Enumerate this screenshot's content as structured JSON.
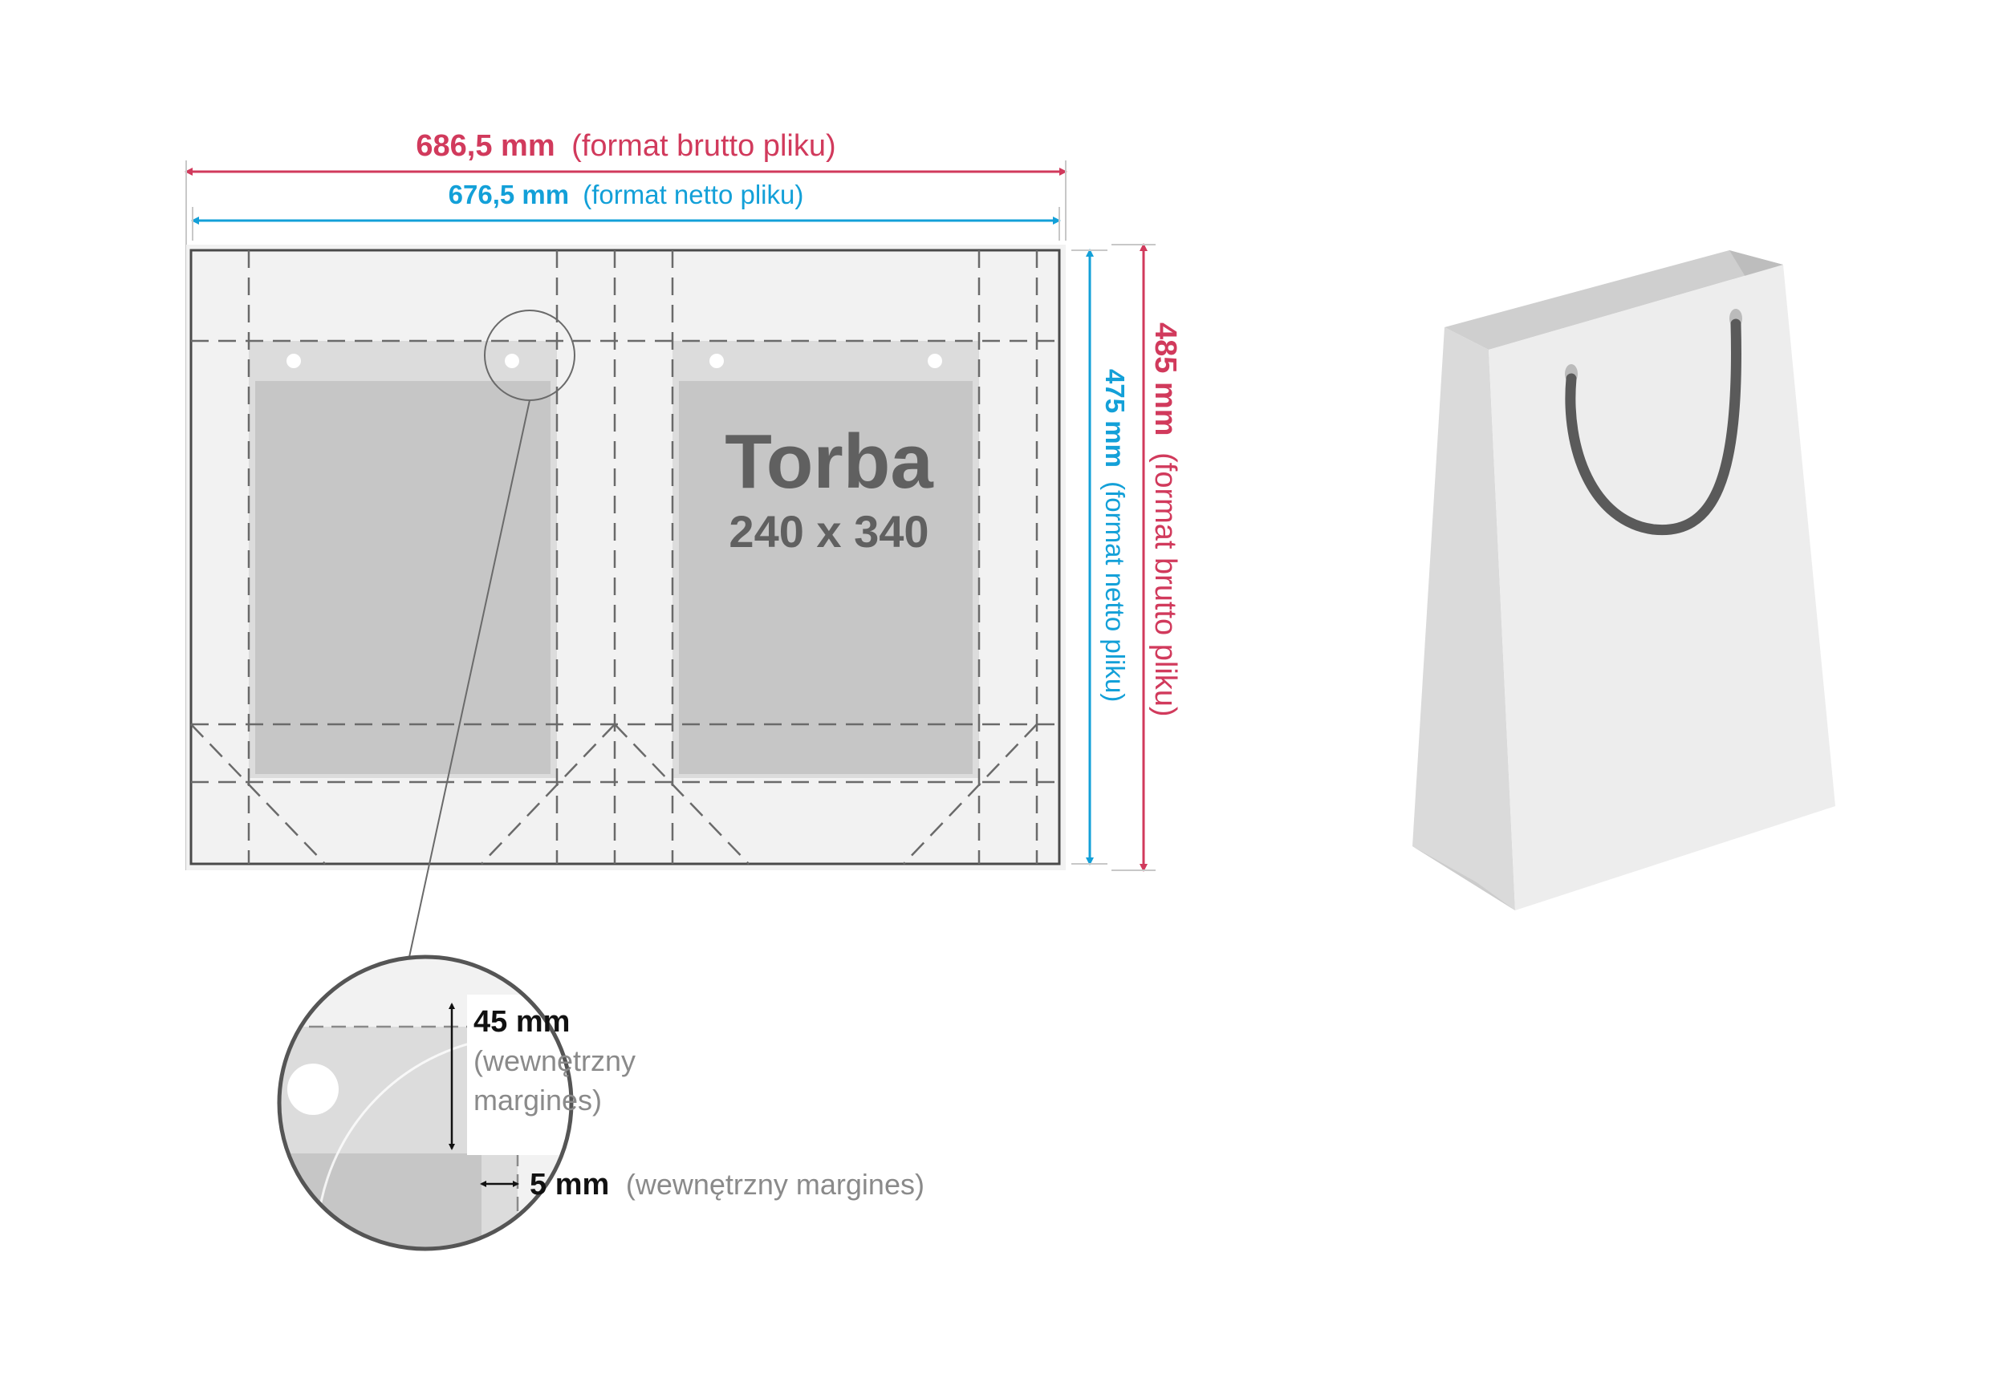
{
  "colors": {
    "brutto": "#d13a5c",
    "netto": "#13a0d8",
    "outline": "#4a4a4a",
    "fill_light": "#f2f2f2",
    "panel_top": "#dcdcdc",
    "panel": "#c6c6c6",
    "text_dark": "#606060",
    "text_grey": "#8a8a8a",
    "handle": "#5a5a5a"
  },
  "dimensions": {
    "width_brutto": {
      "value": "686,5 mm",
      "note": "(format brutto pliku)"
    },
    "width_netto": {
      "value": "676,5 mm",
      "note": "(format netto pliku)"
    },
    "height_netto": {
      "value": "475 mm",
      "note": "(format netto pliku)"
    },
    "height_brutto": {
      "value": "485 mm",
      "note": "(format brutto pliku)"
    }
  },
  "product": {
    "name": "Torba",
    "size": "240 x 340"
  },
  "zoom": {
    "top_margin_value": "45 mm",
    "top_margin_note_line1": "(wewnętrzny",
    "top_margin_note_line2": "margines)",
    "side_margin_value": "5 mm",
    "side_margin_note": "(wewnętrzny margines)"
  }
}
